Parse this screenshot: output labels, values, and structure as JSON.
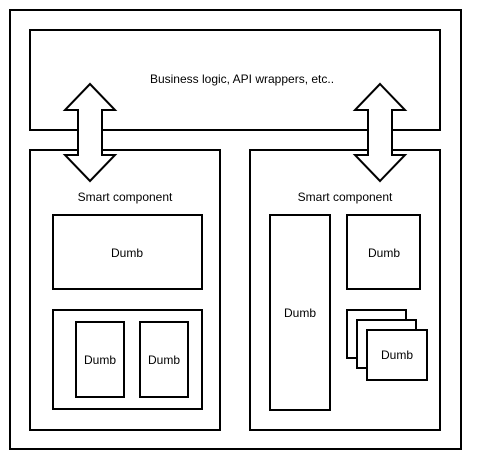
{
  "business": {
    "label": "Business logic, API wrappers, etc.."
  },
  "left": {
    "title": "Smart component",
    "dumb_top": "Dumb",
    "dumb_inner_1": "Dumb",
    "dumb_inner_2": "Dumb"
  },
  "right": {
    "title": "Smart component",
    "dumb_tall": "Dumb",
    "dumb_small": "Dumb",
    "dumb_stack": "Dumb"
  },
  "colors": {
    "stroke": "#000000",
    "fill": "#ffffff"
  }
}
